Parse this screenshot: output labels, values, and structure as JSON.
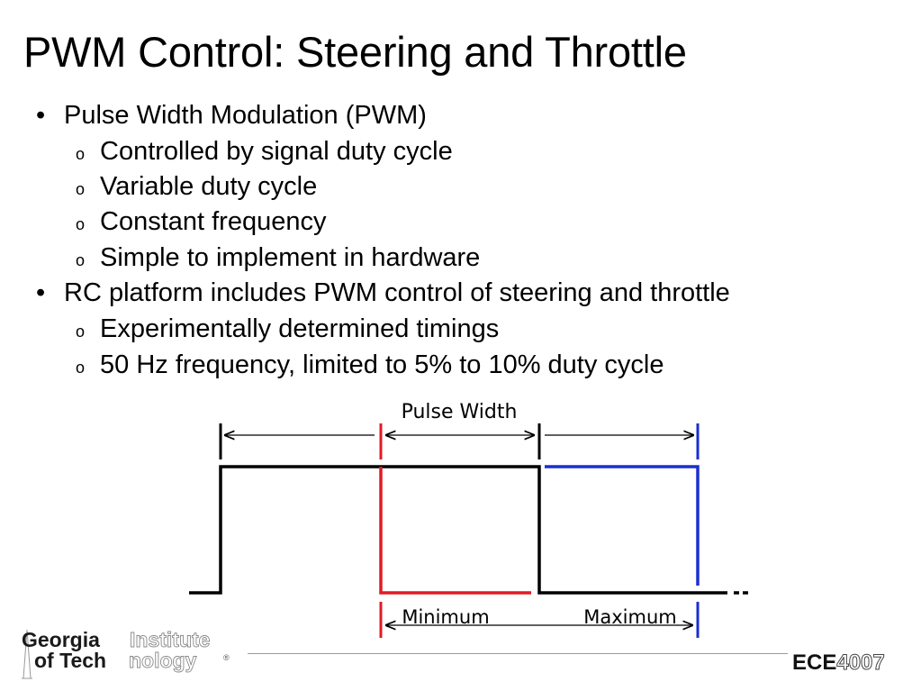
{
  "slide": {
    "title": "PWM Control: Steering and Throttle",
    "bullets": [
      {
        "bullet": "•",
        "text": "Pulse Width Modulation (PWM)",
        "sub": [
          {
            "marker": "o",
            "text": "Controlled by signal duty cycle"
          },
          {
            "marker": "o",
            "text": "Variable duty cycle"
          },
          {
            "marker": "o",
            "text": "Constant frequency"
          },
          {
            "marker": "o",
            "text": "Simple to implement in hardware"
          }
        ]
      },
      {
        "bullet": "•",
        "text": "RC platform includes PWM control of steering and throttle",
        "sub": [
          {
            "marker": "o",
            "text": "Experimentally determined timings"
          },
          {
            "marker": "o",
            "text": "50 Hz frequency, limited to 5% to 10% duty cycle"
          }
        ]
      }
    ]
  },
  "diagram": {
    "pulse_width_label": "Pulse Width",
    "minimum_label": "Minimum",
    "maximum_label": "Maximum",
    "continuation": "..",
    "colors": {
      "signal": "#000000",
      "minimum": "#e01b24",
      "maximum": "#1a2fd1"
    }
  },
  "footer": {
    "logo_line1_bold": "Georgia",
    "logo_line1_outline": "Institute",
    "logo_line2_bold": "of Tech",
    "logo_line2_outline": "nology",
    "logo_mark": "®",
    "course_bold": "ECE",
    "course_number": "4007"
  }
}
